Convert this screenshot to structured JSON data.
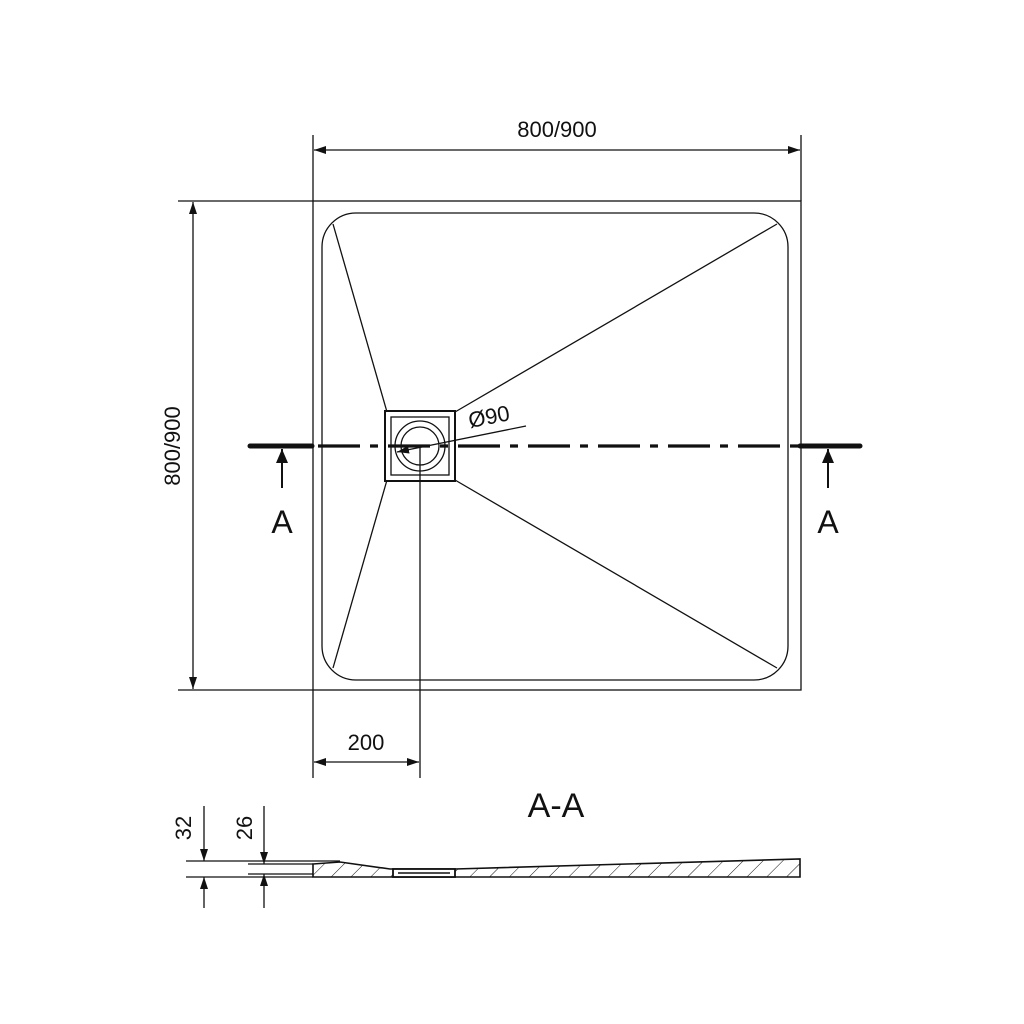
{
  "drawing": {
    "width_label": "800/900",
    "height_label": "800/900",
    "drain_offset_label": "200",
    "drain_diameter_label": "Ø90",
    "section_marker_left": "A",
    "section_marker_right": "A",
    "section_title": "A-A",
    "profile_total_thickness_label": "32",
    "profile_edge_thickness_label": "26"
  }
}
